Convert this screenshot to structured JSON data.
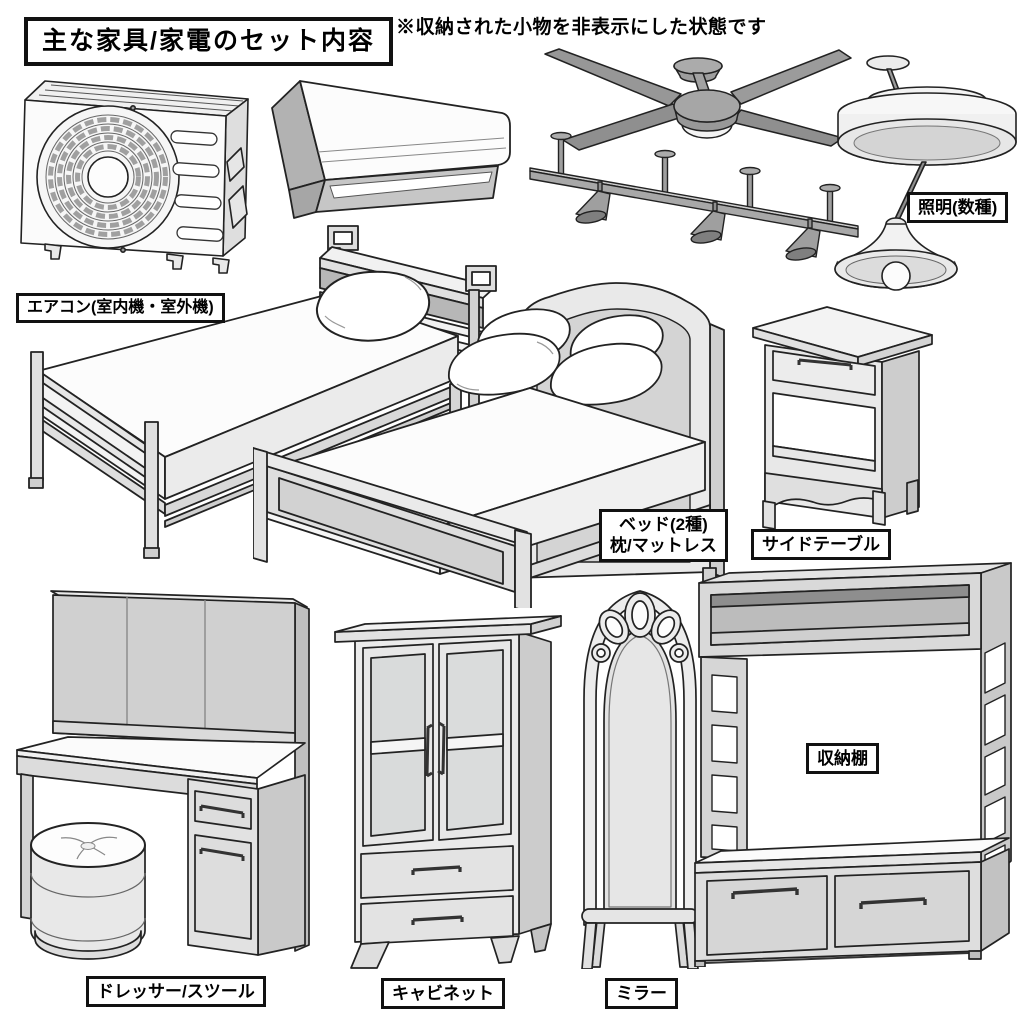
{
  "header": {
    "title": "主な家具/家電のセット内容",
    "note": "※収納された小物を非表示にした状態です"
  },
  "labels": {
    "aircon": "エアコン(室内機・室外機)",
    "lighting": "照明(数種)",
    "bed_line1": "ベッド(2種)",
    "bed_line2": "枕/マットレス",
    "side_table": "サイドテーブル",
    "storage_shelf": "収納棚",
    "dresser_stool": "ドレッサー/スツール",
    "cabinet": "キャビネット",
    "mirror": "ミラー"
  },
  "colors": {
    "background": "#ffffff",
    "line": "#222222",
    "label_border": "#111111",
    "fill_white": "#fbfbfb",
    "fill_light": "#e9e9e9",
    "fill_mid": "#cccccc",
    "fill_dark": "#9b9b9b"
  }
}
